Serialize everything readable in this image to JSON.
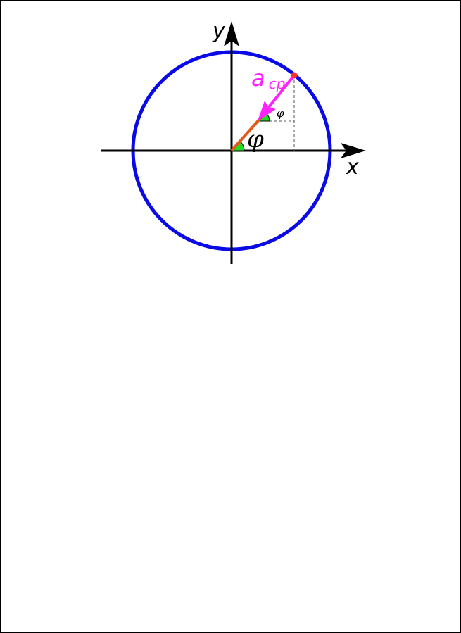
{
  "labels": {
    "y_axis": "y",
    "x_axis": "x",
    "angle_main": "φ",
    "angle_small": "φ",
    "acceleration_main": "a",
    "acceleration_sub": "cp"
  },
  "colors": {
    "circle": "#0a0ae6",
    "axes": "#000000",
    "radius": "#e05a1a",
    "acceleration": "#ff22ff",
    "point": "#ff3030",
    "angle_fill": "#22dd22",
    "guide": "#555555"
  }
}
